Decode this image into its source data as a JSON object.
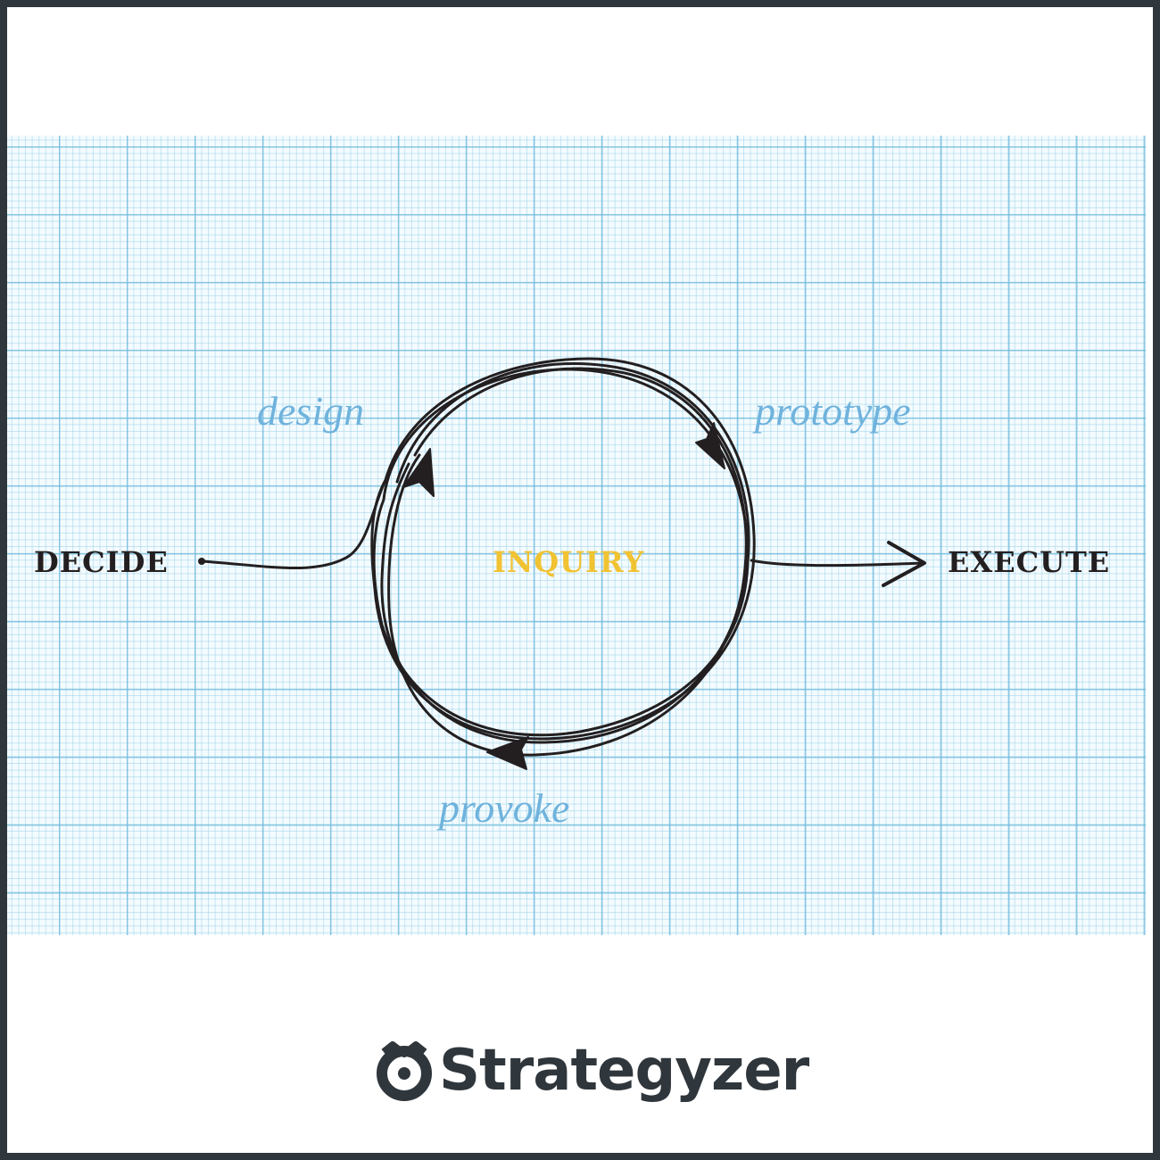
{
  "diagram": {
    "start_label": "DECIDE",
    "end_label": "EXECUTE",
    "center_label": "INQUIRY",
    "loop_labels": {
      "top_left": "design",
      "top_right": "prototype",
      "bottom": "provoke"
    }
  },
  "brand": {
    "name": "Strategyzer",
    "logo_icon": "strategyzer-logo-icon"
  },
  "colors": {
    "frame": "#2f363c",
    "ink": "#231f20",
    "center_text": "#f1c232",
    "italic_text": "#6fb3dd",
    "grid_line": "#6eb9dc",
    "brand_text": "#2f363c"
  }
}
